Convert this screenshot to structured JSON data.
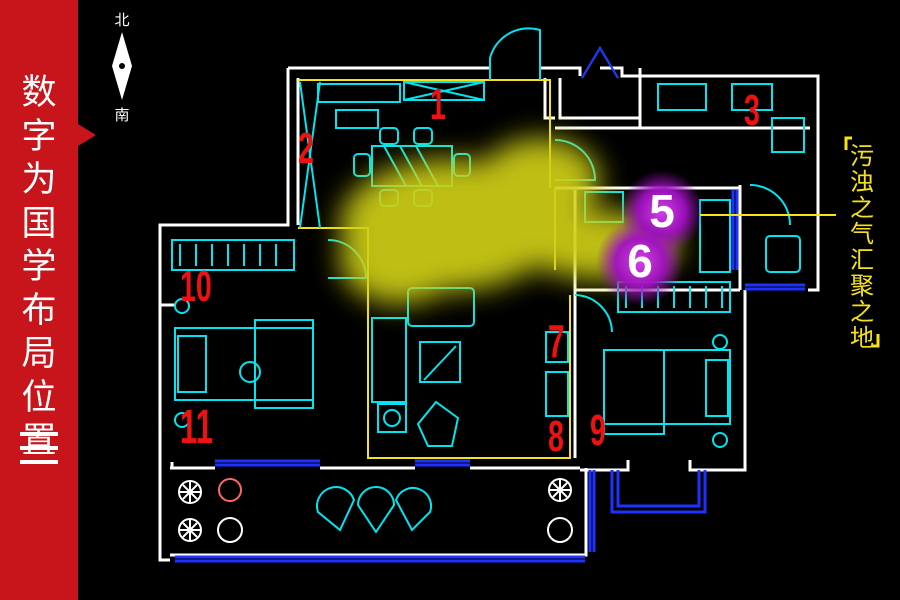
{
  "sidebar": {
    "title_chars": [
      "数",
      "字",
      "为",
      "国",
      "学",
      "布",
      "局",
      "位",
      "置"
    ],
    "badge": "三",
    "color": "#c8141b"
  },
  "compass": {
    "north": "北",
    "south": "南"
  },
  "room_numbers": [
    "1",
    "2",
    "3",
    "5",
    "6",
    "7",
    "8",
    "9",
    "10",
    "11"
  ],
  "highlight_bubbles": [
    {
      "label": "5",
      "color": "#b018c8"
    },
    {
      "label": "6",
      "color": "#b018c8"
    }
  ],
  "annotation": {
    "chars": [
      "污",
      "浊",
      "之",
      "气",
      "汇",
      "聚",
      "之",
      "地"
    ],
    "color": "#f5e21a"
  },
  "colors": {
    "wall": "#ffffff",
    "furniture": "#00e5f0",
    "outline": "#f5e21a",
    "number": "#ee1111",
    "window": "#1e32ff",
    "haze": "#d4d21a"
  },
  "icons": [
    "compass-needle-icon",
    "dining-table-icon",
    "sofa-icon",
    "armchair-icon",
    "bed-icon",
    "plant-icon",
    "stove-icon",
    "sink-icon",
    "toilet-icon",
    "door-swing-icon"
  ]
}
